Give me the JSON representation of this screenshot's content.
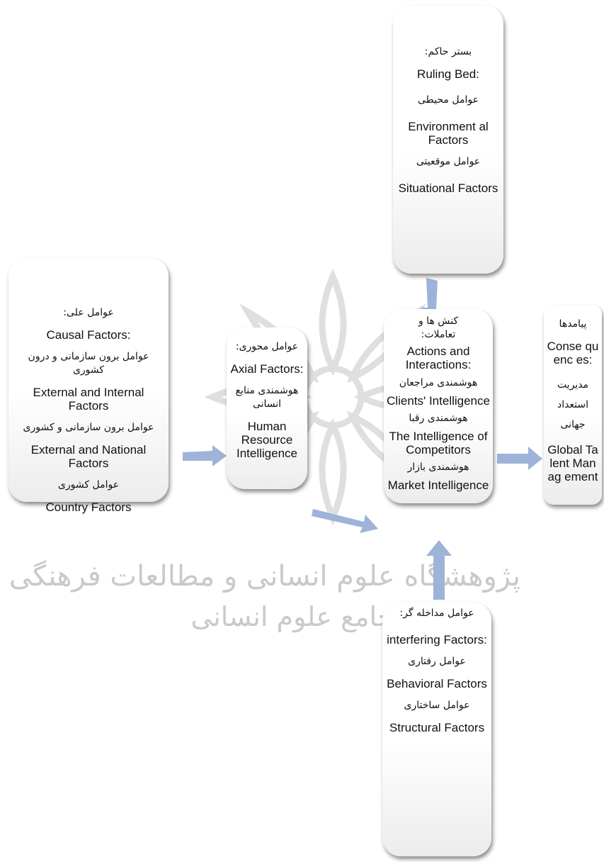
{
  "ruling": {
    "lines": [
      {
        "lang": "fa",
        "text": "بستر حاکم:"
      },
      {
        "lang": "en",
        "text": "Ruling Bed:"
      },
      {
        "lang": "fa",
        "text": "عوامل محیطی"
      },
      {
        "lang": "en",
        "text": "Environment al Factors"
      },
      {
        "lang": "fa",
        "text": "عوامل موقعیتی"
      },
      {
        "lang": "en",
        "text": "Situational Factors"
      }
    ]
  },
  "causal": {
    "lines": [
      {
        "lang": "fa",
        "text": "عوامل علی:"
      },
      {
        "lang": "en",
        "text": "Causal Factors:"
      },
      {
        "lang": "fa",
        "text": "عوامل برون سازمانی و درون کشوری"
      },
      {
        "lang": "en",
        "text": "External and Internal Factors"
      },
      {
        "lang": "fa",
        "text": "عوامل برون سازمانی و کشوری"
      },
      {
        "lang": "en",
        "text": "External and National Factors"
      },
      {
        "lang": "fa",
        "text": "عوامل کشوری"
      },
      {
        "lang": "en",
        "text": "Country Factors"
      }
    ]
  },
  "axial": {
    "lines": [
      {
        "lang": "fa",
        "text": "عوامل محوری:"
      },
      {
        "lang": "en",
        "text": "Axial Factors:"
      },
      {
        "lang": "fa",
        "text": "هوشمندی منابع انسانی"
      },
      {
        "lang": "en",
        "text": "Human Resource Intelligence"
      }
    ]
  },
  "actions": {
    "lines": [
      {
        "lang": "fa",
        "text": "کنش ها و تعاملات:"
      },
      {
        "lang": "en",
        "text": "Actions and Interactions:"
      },
      {
        "lang": "fa",
        "text": "هوشمندی مراجعان"
      },
      {
        "lang": "en",
        "text": "Clients' Intelligence"
      },
      {
        "lang": "fa",
        "text": "هوشمندی رقبا"
      },
      {
        "lang": "en",
        "text": "The Intelligence of Competitors"
      },
      {
        "lang": "fa",
        "text": "هوشمندی بازار"
      },
      {
        "lang": "en",
        "text": "Market Intelligence"
      }
    ]
  },
  "consequences": {
    "lines": [
      {
        "lang": "fa",
        "text": "پیامدها"
      },
      {
        "lang": "en",
        "text": "Conse quenc es:"
      },
      {
        "lang": "fa",
        "text": "مدیریت استعداد جهانی"
      },
      {
        "lang": "en",
        "text": "Global Talent Manag ement"
      }
    ]
  },
  "interfering": {
    "lines": [
      {
        "lang": "fa",
        "text": "عوامل مداخله گر:"
      },
      {
        "lang": "en",
        "text": "interfering Factors:"
      },
      {
        "lang": "fa",
        "text": "عوامل رفتاری"
      },
      {
        "lang": "en",
        "text": "Behavioral Factors"
      },
      {
        "lang": "fa",
        "text": "عوامل ساختاری"
      },
      {
        "lang": "en",
        "text": "Structural Factors"
      }
    ]
  },
  "watermark": {
    "line1": "پژوهشگاه علوم انسانی و مطالعات فرهنگی",
    "line2": "پرتال جامع علوم انسانی"
  },
  "colors": {
    "arrow": "#9db3d8"
  }
}
